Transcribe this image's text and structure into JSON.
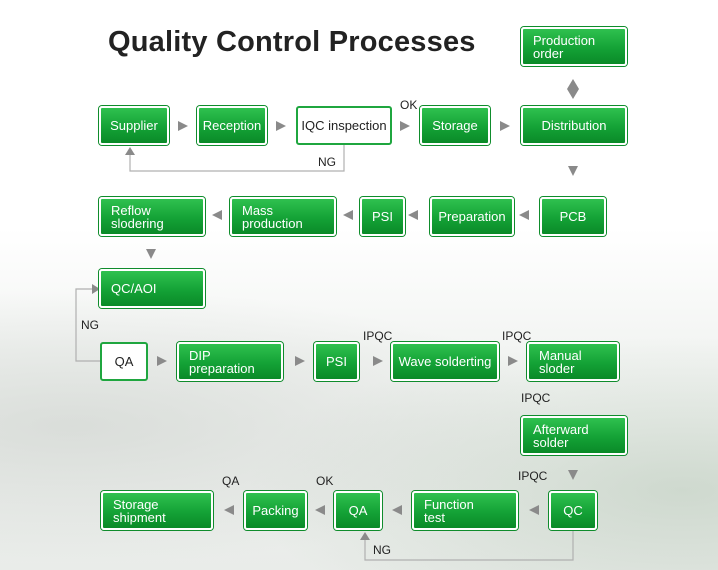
{
  "title": "Quality Control Processes",
  "colors": {
    "node_green": "#14a236",
    "arrow_gray": "#8a8a8a",
    "outline_green": "#1fa63f"
  },
  "nodes": {
    "production_order": "Production\norder",
    "supplier": "Supplier",
    "reception": "Reception",
    "iqc_inspection": "IQC inspection",
    "storage": "Storage",
    "distribution": "Distribution",
    "reflow_soldering": "Reflow\nslodering",
    "mass_production": "Mass\nproduction",
    "psi_1": "PSI",
    "preparation": "Preparation",
    "pcb": "PCB",
    "qc_aoi": "QC/AOI",
    "qa_1": "QA",
    "dip_preparation": "DIP\npreparation",
    "psi_2": "PSI",
    "wave_soldering": "Wave solderting",
    "manual_solder": "Manual\nsloder",
    "afterward_solder": "Afterward\nsolder",
    "storage_shipment": "Storage\nshipment",
    "packing": "Packing",
    "qa_2": "QA",
    "function_test": "Function\ntest",
    "qc": "QC"
  },
  "labels": {
    "ok_iqc": "OK",
    "ng_iqc": "NG",
    "ng_qa": "NG",
    "ipqc_psi": "IPQC",
    "ipqc_manual": "IPQC",
    "ipqc_after_manual": "IPQC",
    "ipqc_qc": "IPQC",
    "qa_packing": "QA",
    "ok_qa": "OK",
    "ng_function": "NG"
  }
}
